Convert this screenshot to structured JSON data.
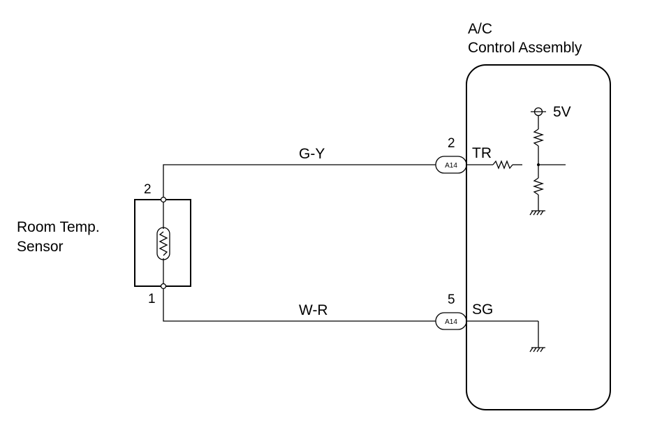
{
  "ac_assembly": {
    "title_line1": "A/C",
    "title_line2": "Control Assembly",
    "supply_label": "5V",
    "tr_label": "TR",
    "sg_label": "SG"
  },
  "sensor": {
    "label_line1": "Room Temp.",
    "label_line2": "Sensor",
    "pin_top": "2",
    "pin_bottom": "1"
  },
  "wires": [
    {
      "color_code": "G-Y",
      "connector": "A14",
      "pin": "2"
    },
    {
      "color_code": "W-R",
      "connector": "A14",
      "pin": "5"
    }
  ]
}
